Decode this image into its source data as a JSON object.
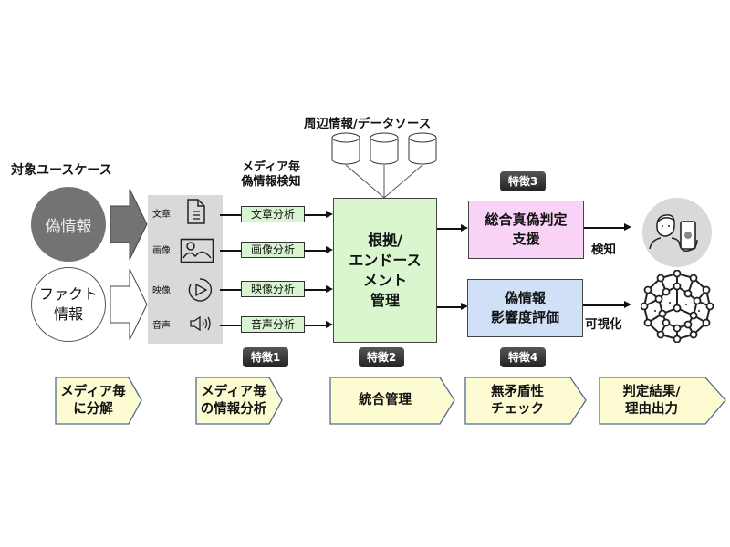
{
  "use_case": {
    "title": "対象ユースケース",
    "fake_info": "偽情報",
    "fact_info": [
      "ファクト",
      "情報"
    ]
  },
  "media_detection_title": [
    "メディア毎",
    "偽情報検知"
  ],
  "media": [
    {
      "label": "文章",
      "icon": "document-icon",
      "analysis": "文章分析"
    },
    {
      "label": "画像",
      "icon": "image-icon",
      "analysis": "画像分析"
    },
    {
      "label": "映像",
      "icon": "play-icon",
      "analysis": "映像分析"
    },
    {
      "label": "音声",
      "icon": "speaker-icon",
      "analysis": "音声分析"
    }
  ],
  "data_sources": {
    "title": "周辺情報/データソース",
    "icon": "database-icon",
    "count": 3
  },
  "central": {
    "lines": [
      "根拠/",
      "エンドース",
      "メント",
      "管理"
    ]
  },
  "features": [
    "特徴1",
    "特徴2",
    "特徴3",
    "特徴4"
  ],
  "outputs": {
    "truth_judgment": [
      "総合真偽判定",
      "支援"
    ],
    "impact_eval": [
      "偽情報",
      "影響度評価"
    ],
    "detect_label": "検知",
    "visualize_label": "可視化",
    "detect_icon": "person-smartphone-icon",
    "visualize_icon": "network-graph-icon"
  },
  "process_steps": [
    [
      "メディア毎",
      "に分解"
    ],
    [
      "メディア毎",
      "の情報分析"
    ],
    [
      "統合管理"
    ],
    [
      "無矛盾性",
      "チェック"
    ],
    [
      "判定結果/",
      "理由出力"
    ]
  ],
  "colors": {
    "fake_circle": "#737373",
    "analysis_box": "#d8f4d0",
    "central_box": "#d9f6cf",
    "pink_box": "#f9d2f7",
    "blue_box": "#cfe0f7",
    "step_box": "#fdfbd1",
    "step_border": "#4f6d8c"
  }
}
